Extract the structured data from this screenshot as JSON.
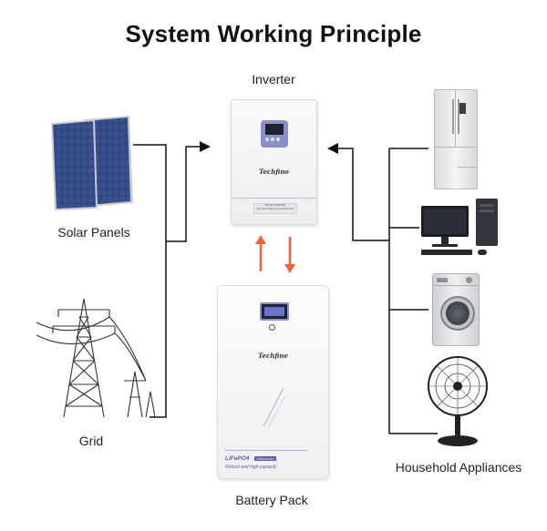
{
  "title": "System Working Principle",
  "labels": {
    "inverter": "Inverter",
    "solar": "Solar Panels",
    "grid": "Grid",
    "battery": "Battery Pack",
    "appliances": "Household Appliances"
  },
  "inverter": {
    "brand": "Techfine",
    "plate_line1": "SOLAR INVERTER",
    "plate_line2": "Pure Sine Wave Inverter With Solar"
  },
  "battery": {
    "brand": "Techfine",
    "chem": "LiFePO4",
    "badge": "Lithium-ion",
    "tagline": "Robust and high-capacity"
  },
  "colors": {
    "arrow": "#f0623a",
    "wire": "#111111",
    "accent": "#5b5fb0"
  }
}
